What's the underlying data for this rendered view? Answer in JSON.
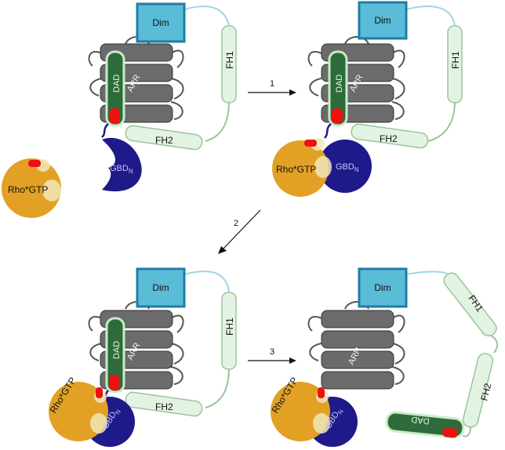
{
  "labels": {
    "dim": "Dim",
    "fh1": "FH1",
    "fh2": "FH2",
    "arr": "ARR",
    "dad": "DAD",
    "gbd": "GBD",
    "gbd_sub": "N",
    "rho": "Rho*GTP"
  },
  "steps": {
    "s1": "1",
    "s2": "2",
    "s3": "3"
  },
  "colors": {
    "dim_fill": "#5bbcd8",
    "dim_stroke": "#1e7ea6",
    "arr_fill": "#6b6b6b",
    "dad_fill": "#2e6b3a",
    "fh_fill": "#e3f3e3",
    "gbd_fill": "#1e1a8a",
    "rho_fill": "#e2a124",
    "switch_fill": "#f0e8b8",
    "red": "#ee1111",
    "linker": "#9ed6e6"
  }
}
